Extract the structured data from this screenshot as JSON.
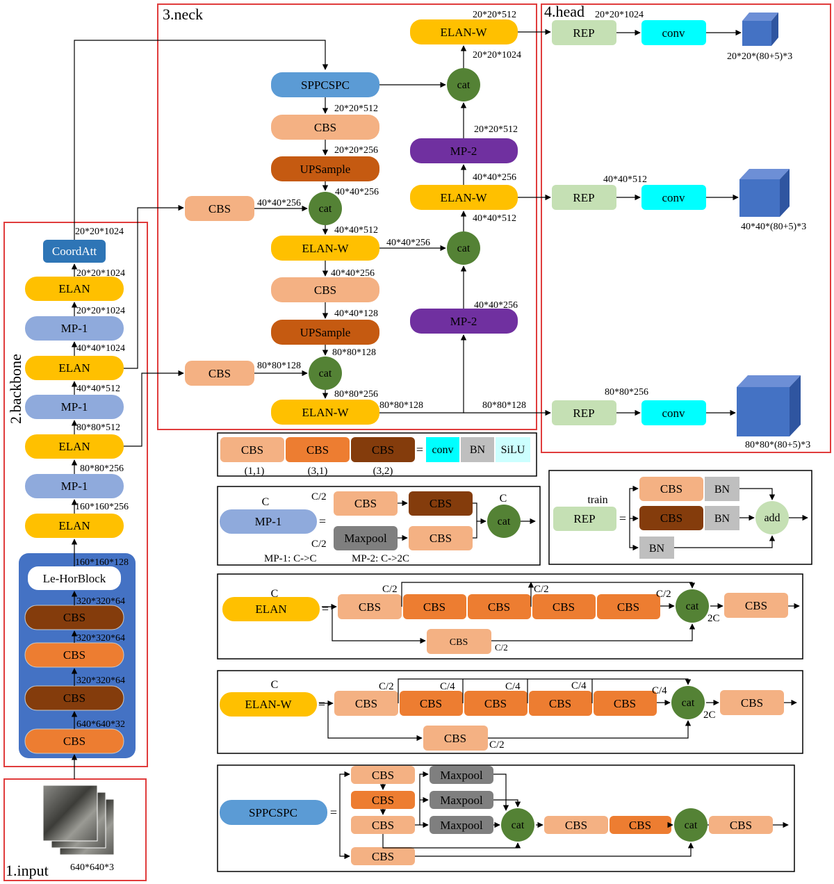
{
  "sections": {
    "input": "1.input",
    "backbone": "2.backbone",
    "neck": "3.neck",
    "head": "4.head"
  },
  "colors": {
    "cbs_light": "#f4b183",
    "cbs_mid": "#ed7d31",
    "cbs_dark": "#843c0c",
    "elan": "#ffc000",
    "mp1": "#8faadc",
    "coordatt": "#2e75b6",
    "sppcspc": "#5b9bd5",
    "upsample": "#c55a11",
    "mp2": "#7030a0",
    "cat": "#548235",
    "rep": "#c5e0b4",
    "conv": "#00ffff",
    "bn": "#bfbfbf",
    "silu": "#ccffff",
    "maxpool": "#7f7f7f",
    "add": "#c5e0b4",
    "backbone_panel": "#4472c4",
    "cube": "#4472c4",
    "frame": "#e03c3c"
  },
  "input": {
    "size": "640*640*3"
  },
  "backbone": {
    "blocks": {
      "cbs1": "CBS",
      "cbs2": "CBS",
      "cbs3": "CBS",
      "cbs4": "CBS",
      "lehor": "Le-HorBlock",
      "elan1": "ELAN",
      "mp1a": "MP-1",
      "elan2": "ELAN",
      "mp1b": "MP-1",
      "elan3": "ELAN",
      "mp1c": "MP-1",
      "elan4": "ELAN",
      "coordatt": "CoordAtt"
    },
    "sizes": {
      "s1": "640*640*32",
      "s2": "320*320*64",
      "s3": "320*320*64",
      "s4": "320*320*64",
      "s5": "160*160*128",
      "s6": "160*160*256",
      "s7": "80*80*256",
      "s8": "80*80*512",
      "s9": "40*40*512",
      "s10": "40*40*1024",
      "s11": "20*20*1024",
      "s12": "20*20*1024",
      "s13": "20*20*1024"
    }
  },
  "neck": {
    "blocks": {
      "sppcspc": "SPPCSPC",
      "cbs1": "CBS",
      "up1": "UPSample",
      "cbs_l1": "CBS",
      "cat1": "cat",
      "elanw1": "ELAN-W",
      "cbs2": "CBS",
      "up2": "UPSample",
      "cbs_l2": "CBS",
      "cat2": "cat",
      "elanw2": "ELAN-W",
      "mp2a": "MP-2",
      "cat3": "cat",
      "elanw3": "ELAN-W",
      "mp2b": "MP-2",
      "cat4": "cat",
      "elanw4": "ELAN-W"
    },
    "sizes": {
      "a1": "20*20*512",
      "a2": "20*20*256",
      "a3": "40*40*256",
      "a4": "40*40*256",
      "a5": "40*40*512",
      "a6": "40*40*256",
      "a7": "40*40*256",
      "a8": "40*40*128",
      "a9": "80*80*128",
      "a10": "80*80*128",
      "a11": "80*80*256",
      "a12": "80*80*128",
      "r1": "40*40*256",
      "r2": "40*40*512",
      "r3": "40*40*256",
      "r4": "20*20*512",
      "r5": "20*20*1024",
      "r6": "20*20*512"
    }
  },
  "head": {
    "rep": "REP",
    "conv": "conv",
    "sizes": {
      "h1": "20*20*1024",
      "h2": "40*40*512",
      "h3": "80*80*128",
      "h4": "80*80*256"
    },
    "outputs": {
      "o1": "20*20*(80+5)*3",
      "o2": "40*40*(80+5)*3",
      "o3": "80*80*(80+5)*3"
    }
  },
  "legend_cbs": {
    "cbs_a": "CBS",
    "cbs_b": "CBS",
    "cbs_c": "CBS",
    "k_a": "(1,1)",
    "k_b": "(3,1)",
    "k_c": "(3,2)",
    "eq": "=",
    "conv": "conv",
    "bn": "BN",
    "silu": "SiLU"
  },
  "legend_mp": {
    "mp1": "MP-1",
    "eq": "=",
    "c_in": "C",
    "c_half1": "C/2",
    "c_half2": "C/2",
    "c_out": "C",
    "cbs_top": "CBS",
    "cbs_top2": "CBS",
    "maxpool": "Maxpool",
    "cbs_bot": "CBS",
    "cat": "cat",
    "note1": "MP-1:  C->C",
    "note2": "MP-2:  C->2C"
  },
  "legend_rep": {
    "train": "train",
    "rep": "REP",
    "eq": "=",
    "cbs1": "CBS",
    "bn1": "BN",
    "cbs2": "CBS",
    "bn2": "BN",
    "bn3": "BN",
    "add": "add"
  },
  "legend_elan": {
    "c": "C",
    "elan": "ELAN",
    "eq": "=",
    "cbs0": "CBS",
    "cbs1": "CBS",
    "cbs2": "CBS",
    "cbs3": "CBS",
    "cbs4": "CBS",
    "cbs_bot": "CBS",
    "cbs_out": "CBS",
    "cat": "cat",
    "l1": "C/2",
    "l2": "C/2",
    "l3": "C/2",
    "l_bot": "C/2",
    "l2c": "2C"
  },
  "legend_elanw": {
    "c": "C",
    "elanw": "ELAN-W",
    "eq": "=",
    "cbs0": "CBS",
    "cbs1": "CBS",
    "cbs2": "CBS",
    "cbs3": "CBS",
    "cbs4": "CBS",
    "cbs_bot": "CBS",
    "cbs_out": "CBS",
    "cat": "cat",
    "l1": "C/2",
    "l2": "C/4",
    "l3": "C/4",
    "l4": "C/4",
    "l5": "C/4",
    "l_bot": "C/2",
    "l2c": "2C"
  },
  "legend_spp": {
    "spp": "SPPCSPC",
    "eq": "=",
    "cbs1": "CBS",
    "cbs2": "CBS",
    "cbs3": "CBS",
    "cbs4": "CBS",
    "mp1": "Maxpool",
    "mp2": "Maxpool",
    "mp3": "Maxpool",
    "cat1": "cat",
    "cbs5": "CBS",
    "cbs6": "CBS",
    "cat2": "cat",
    "cbs7": "CBS"
  }
}
